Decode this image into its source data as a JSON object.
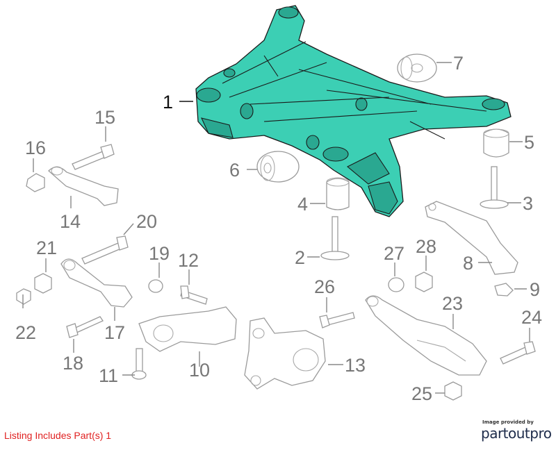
{
  "diagram": {
    "callouts": [
      {
        "id": "1",
        "label": "1"
      },
      {
        "id": "2",
        "label": "2"
      },
      {
        "id": "3",
        "label": "3"
      },
      {
        "id": "4",
        "label": "4"
      },
      {
        "id": "5",
        "label": "5"
      },
      {
        "id": "6",
        "label": "6"
      },
      {
        "id": "7",
        "label": "7"
      },
      {
        "id": "8",
        "label": "8"
      },
      {
        "id": "9",
        "label": "9"
      },
      {
        "id": "10",
        "label": "10"
      },
      {
        "id": "11",
        "label": "11"
      },
      {
        "id": "12",
        "label": "12"
      },
      {
        "id": "13",
        "label": "13"
      },
      {
        "id": "14",
        "label": "14"
      },
      {
        "id": "15",
        "label": "15"
      },
      {
        "id": "16",
        "label": "16"
      },
      {
        "id": "17",
        "label": "17"
      },
      {
        "id": "18",
        "label": "18"
      },
      {
        "id": "19",
        "label": "19"
      },
      {
        "id": "20",
        "label": "20"
      },
      {
        "id": "21",
        "label": "21"
      },
      {
        "id": "22",
        "label": "22"
      },
      {
        "id": "23",
        "label": "23"
      },
      {
        "id": "24",
        "label": "24"
      },
      {
        "id": "25",
        "label": "25"
      },
      {
        "id": "26",
        "label": "26"
      },
      {
        "id": "27",
        "label": "27"
      },
      {
        "id": "28",
        "label": "28"
      }
    ],
    "highlighted_part": "1",
    "highlight_color": "#3ccfb4"
  },
  "footer": {
    "listing_note": "Listing Includes Part(s) 1",
    "credit_small": "Image provided by",
    "credit_brand": "partoutpro",
    "note_color": "#e02020"
  }
}
